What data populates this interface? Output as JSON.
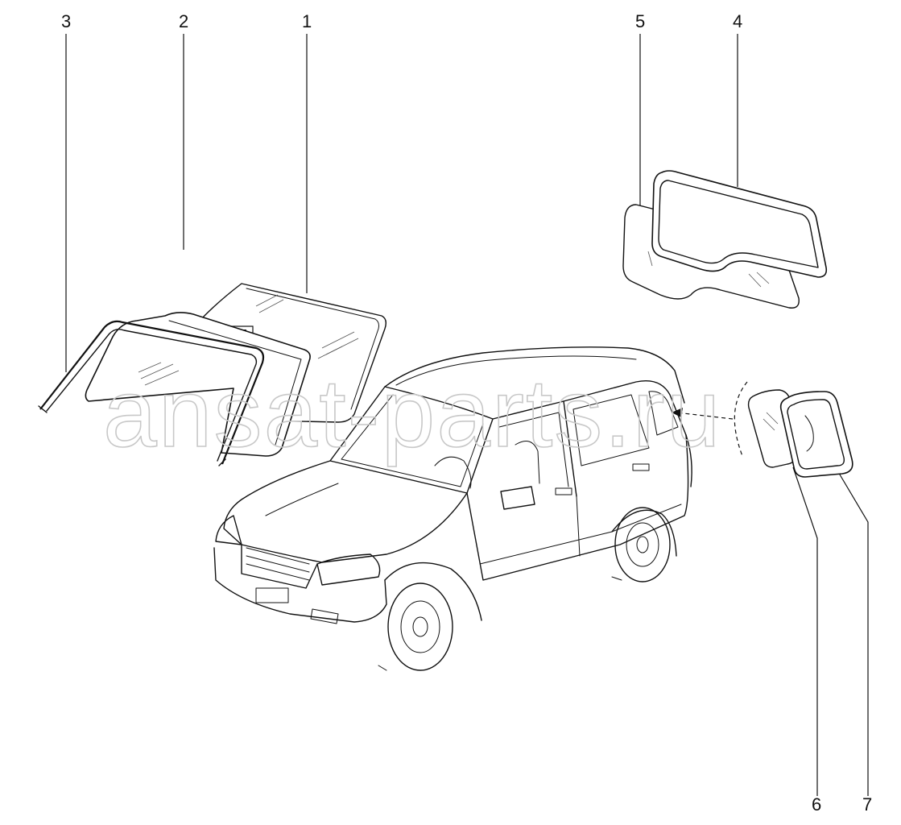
{
  "diagram": {
    "callouts": [
      {
        "id": "1",
        "label": "1"
      },
      {
        "id": "2",
        "label": "2"
      },
      {
        "id": "3",
        "label": "3"
      },
      {
        "id": "4",
        "label": "4"
      },
      {
        "id": "5",
        "label": "5"
      },
      {
        "id": "6",
        "label": "6"
      },
      {
        "id": "7",
        "label": "7"
      }
    ],
    "parts": [
      {
        "id": "windshield-glass",
        "callout": "1"
      },
      {
        "id": "windshield-seal",
        "callout": "2"
      },
      {
        "id": "windshield-molding",
        "callout": "3"
      },
      {
        "id": "rear-door-glass-seal",
        "callout": "4"
      },
      {
        "id": "rear-door-glass",
        "callout": "5"
      },
      {
        "id": "quarter-glass",
        "callout": "6"
      },
      {
        "id": "quarter-glass-seal",
        "callout": "7"
      }
    ]
  },
  "watermark": {
    "text": "ansat-parts.ru",
    "color": "#c8c8c8"
  },
  "colors": {
    "line": "#111111",
    "background": "#ffffff"
  }
}
